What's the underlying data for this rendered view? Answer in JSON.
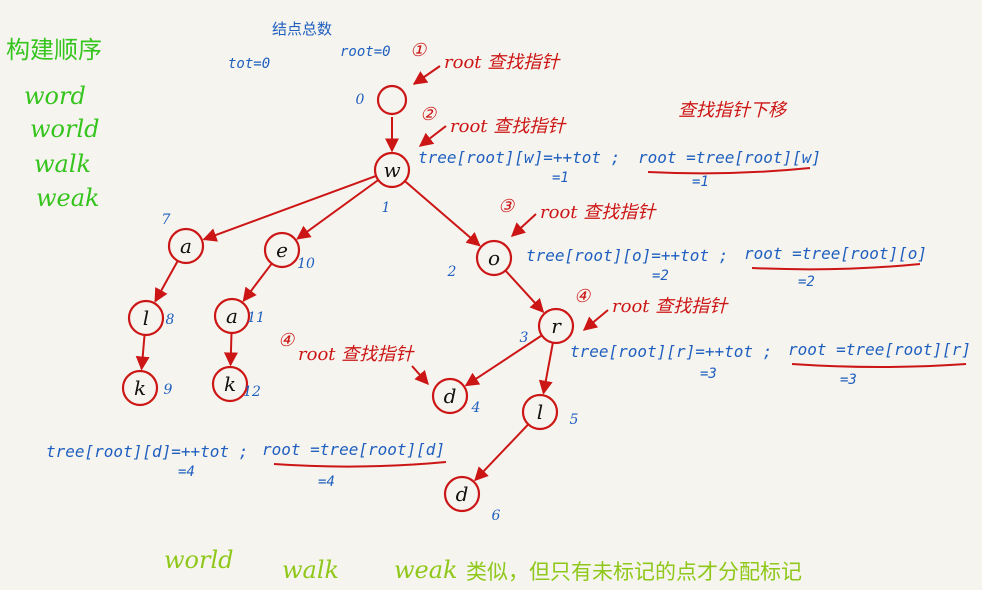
{
  "build_order": {
    "title": "构建顺序",
    "words": [
      "word",
      "world",
      "walk",
      "weak"
    ]
  },
  "counters": {
    "tot_label": "tot=0",
    "root_label": "root=0",
    "total_nodes_note": "结点总数"
  },
  "step_markers": [
    "①",
    "②",
    "③",
    "④",
    "④"
  ],
  "notes": {
    "root_pointer": "root 查找指针",
    "pointer_down": "查找指针下移"
  },
  "nodes": [
    {
      "id": "root",
      "char": "",
      "num": "0"
    },
    {
      "id": "w",
      "char": "w",
      "num": "1"
    },
    {
      "id": "o",
      "char": "o",
      "num": "2"
    },
    {
      "id": "r",
      "char": "r",
      "num": "3"
    },
    {
      "id": "d1",
      "char": "d",
      "num": "4"
    },
    {
      "id": "l2",
      "char": "l",
      "num": "5"
    },
    {
      "id": "d2",
      "char": "d",
      "num": "6"
    },
    {
      "id": "a",
      "char": "a",
      "num": "7"
    },
    {
      "id": "l",
      "char": "l",
      "num": "8"
    },
    {
      "id": "k",
      "char": "k",
      "num": "9"
    },
    {
      "id": "e",
      "char": "e",
      "num": "10"
    },
    {
      "id": "a2",
      "char": "a",
      "num": "11"
    },
    {
      "id": "k2",
      "char": "k",
      "num": "12"
    }
  ],
  "edges": [
    [
      "root",
      "w"
    ],
    [
      "w",
      "a"
    ],
    [
      "w",
      "e"
    ],
    [
      "w",
      "o"
    ],
    [
      "a",
      "l"
    ],
    [
      "l",
      "k"
    ],
    [
      "e",
      "a2"
    ],
    [
      "a2",
      "k2"
    ],
    [
      "o",
      "r"
    ],
    [
      "r",
      "d1"
    ],
    [
      "r",
      "l2"
    ],
    [
      "l2",
      "d2"
    ]
  ],
  "formulas": [
    {
      "assign": "tree[root][w]=++tot ;",
      "result": "=1",
      "update": "root =tree[root][w]",
      "update_result": "=1"
    },
    {
      "assign": "tree[root][o]=++tot ;",
      "result": "=2",
      "update": "root =tree[root][o]",
      "update_result": "=2"
    },
    {
      "assign": "tree[root][r]=++tot ;",
      "result": "=3",
      "update": "root =tree[root][r]",
      "update_result": "=3"
    },
    {
      "assign": "tree[root][d]=++tot ;",
      "result": "=4",
      "update": "root =tree[root][d]",
      "update_result": "=4"
    }
  ],
  "footer": {
    "words": [
      "world",
      "walk",
      "weak"
    ],
    "note": "类似，但只有未标记的点才分配标记"
  },
  "colors": {
    "red": "#cc1616",
    "blue": "#1f5fbf",
    "green": "#36c41e",
    "yellowgreen": "#8fc81a"
  }
}
